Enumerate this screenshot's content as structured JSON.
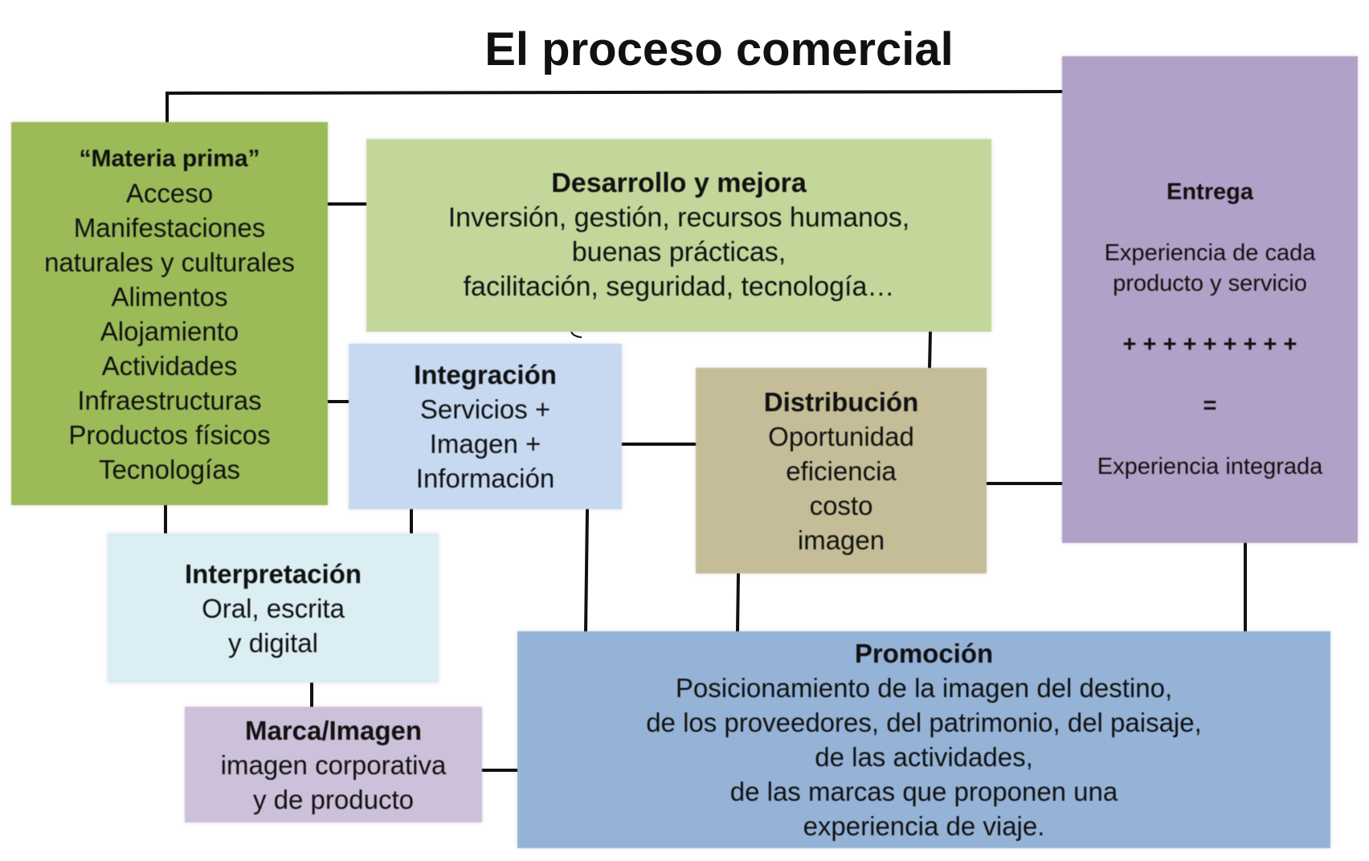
{
  "title": "El proceso comercial",
  "colors": {
    "materia": "#9bbb59",
    "desarrollo": "#c4d79b",
    "integracion": "#c6d9f1",
    "distribucion": "#c4bd97",
    "entrega": "#b1a0c7",
    "interpretacion": "#dbeef4",
    "marca": "#ccc0da",
    "promocion": "#95b3d7",
    "connector": "#111111"
  },
  "materia": {
    "heading": "“Materia prima”",
    "lines": [
      "Acceso",
      "Manifestaciones",
      "naturales y culturales",
      "Alimentos",
      "Alojamiento",
      "Actividades",
      "Infraestructuras",
      "Productos físicos",
      "Tecnologías"
    ]
  },
  "desarrollo": {
    "heading": "Desarrollo y mejora",
    "lines": [
      "Inversión, gestión, recursos humanos,",
      "buenas prácticas,",
      "facilitación, seguridad,  tecnología…"
    ]
  },
  "integracion": {
    "heading": "Integración",
    "lines": [
      "Servicios +",
      "Imagen +",
      "Información"
    ]
  },
  "distribucion": {
    "heading": "Distribución",
    "lines": [
      "Oportunidad",
      "eficiencia",
      "costo",
      "imagen"
    ]
  },
  "entrega": {
    "heading": "Entrega",
    "line1": "Experiencia de cada",
    "line2": "producto y servicio",
    "plus": "+ + + + + + + + +",
    "equals": "=",
    "result": "Experiencia integrada"
  },
  "interpretacion": {
    "heading": "Interpretación",
    "lines": [
      "Oral, escrita",
      "y digital"
    ]
  },
  "marca": {
    "heading": "Marca/Imagen",
    "lines": [
      "imagen corporativa",
      "y de producto"
    ]
  },
  "promocion": {
    "heading": "Promoción",
    "lines": [
      "Posicionamiento de la imagen del destino,",
      "de los proveedores, del patrimonio, del paisaje,",
      "de las actividades,",
      "de las marcas que proponen una",
      "experiencia de viaje."
    ]
  }
}
